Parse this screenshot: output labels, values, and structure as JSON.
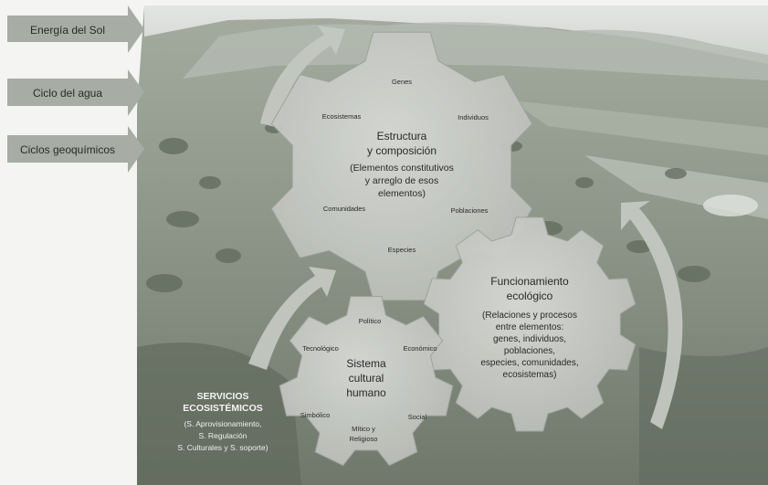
{
  "inputs": [
    {
      "label": "Energía del Sol"
    },
    {
      "label": "Ciclo del agua"
    },
    {
      "label": "Ciclos geoquímicos"
    }
  ],
  "gear_structure": {
    "title_lines": [
      "Estructura",
      "y composición"
    ],
    "subtitle_lines": [
      "(Elementos constitutivos",
      "y arreglo de esos",
      "elementos)"
    ],
    "teeth_labels": {
      "top": "Genes",
      "upper_left": "Ecosistemas",
      "upper_right": "Individuos",
      "lower_left": "Comunidades",
      "lower_right": "Poblaciones",
      "bottom": "Especies"
    }
  },
  "gear_function": {
    "title_lines": [
      "Funcionamiento",
      "ecológico"
    ],
    "subtitle_lines": [
      "(Relaciones y procesos",
      "entre elementos:",
      "genes, individuos,",
      "poblaciones,",
      "especies, comunidades,",
      "ecosistemas)"
    ]
  },
  "gear_culture": {
    "title_lines": [
      "Sistema",
      "cultural",
      "humano"
    ],
    "teeth_labels": {
      "top": "Político",
      "left": "Tecnológico",
      "right": "Económico",
      "lower_left": "Simbólico",
      "lower_right": "Social",
      "bottom_lines": [
        "Mítico y",
        "Religioso"
      ]
    }
  },
  "services": {
    "title_lines": [
      "SERVICIOS",
      "ECOSISTÉMICOS"
    ],
    "detail_lines": [
      "(S. Aprovisionamiento,",
      "S. Regulación",
      "S. Culturales y S. soporte)"
    ]
  },
  "colors": {
    "page_bg": "#f4f4f2",
    "photo_sky": "#d9dcd8",
    "photo_land": "#8d9688",
    "gear_fill": "#c9cbc7",
    "arrow_fill": "#b9bdb6",
    "input_arrow_fill": "#a7ada4"
  }
}
